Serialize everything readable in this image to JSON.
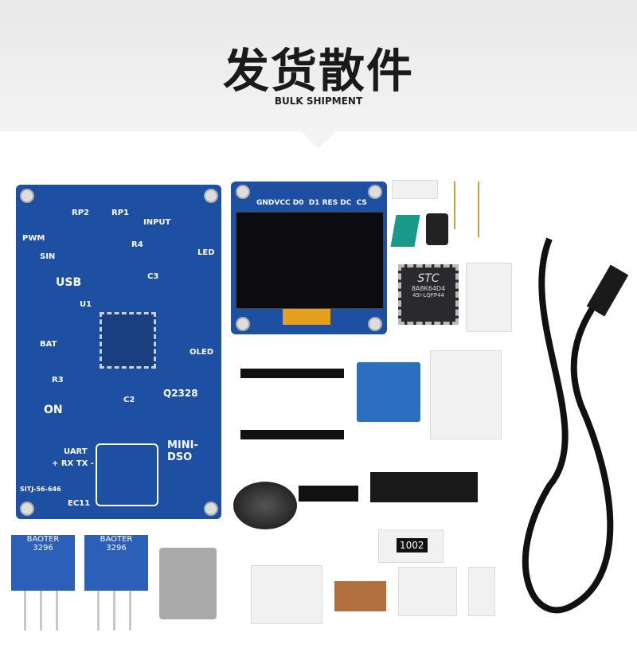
{
  "header": {
    "title": "发货散件",
    "subtitle": "BULK SHIPMENT"
  },
  "main_board": {
    "labels": [
      "PWM",
      "SIN",
      "USB",
      "BAT",
      "ON",
      "UART",
      "INPUT",
      "RP1",
      "RP2",
      "R4",
      "LED",
      "OLED",
      "EC11",
      "U1",
      "C2",
      "C3",
      "R3",
      "Q2328",
      "MINI-DSO",
      "+ RX TX -",
      "SITJ-56-646"
    ]
  },
  "oled": {
    "pins": "GNDVCC D0  D1 RES DC  CS"
  },
  "mcu": {
    "brand": "STC",
    "model": "8A8K64D4",
    "package": "45I-LQFP44"
  },
  "resistor": {
    "value": "1002"
  },
  "trimpots": [
    {
      "brand": "BAOTER",
      "model": "3296"
    },
    {
      "brand": "BAOTER",
      "model": "3296"
    }
  ],
  "colors": {
    "pcb": "#1d4fa3",
    "terminal": "#2a6fc0"
  }
}
